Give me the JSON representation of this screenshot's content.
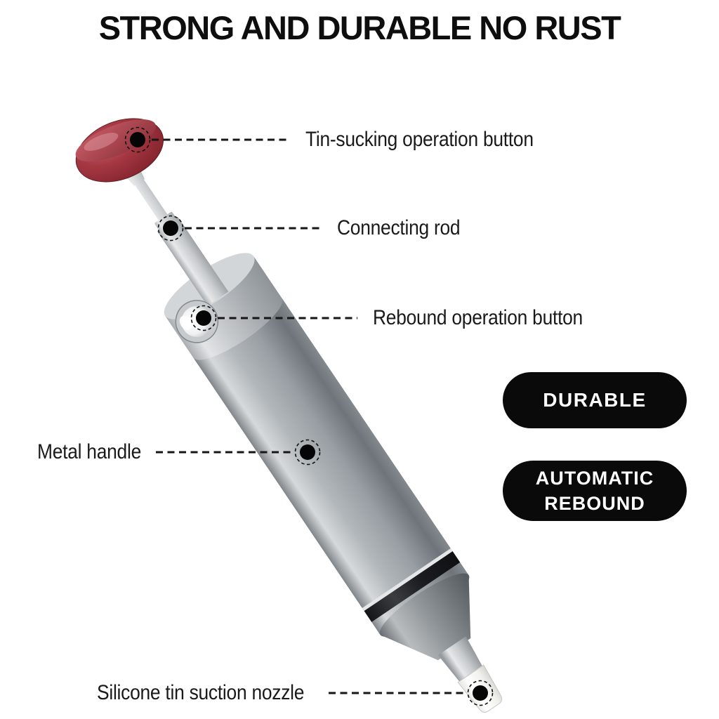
{
  "title": "STRONG AND DURABLE NO RUST",
  "product": {
    "name": "desoldering pump (solder sucker)",
    "colors": {
      "button_red": "#a03440",
      "metal_gray": "#a7acb0",
      "seal_black": "#1d1e20",
      "nozzle_white": "#f4f4f2",
      "badge_bg": "#0a0a0a",
      "text": "#1a1a1a"
    }
  },
  "callouts": [
    {
      "label": "Tin-sucking operation button"
    },
    {
      "label": "Connecting rod"
    },
    {
      "label": "Rebound operation button"
    },
    {
      "label": "Metal handle"
    },
    {
      "label": "Silicone tin suction nozzle"
    }
  ],
  "badges": [
    {
      "label": "DURABLE",
      "lines": [
        "DURABLE"
      ]
    },
    {
      "label": "AUTOMATIC REBOUND",
      "lines": [
        "AUTOMATIC",
        "REBOUND"
      ]
    }
  ]
}
